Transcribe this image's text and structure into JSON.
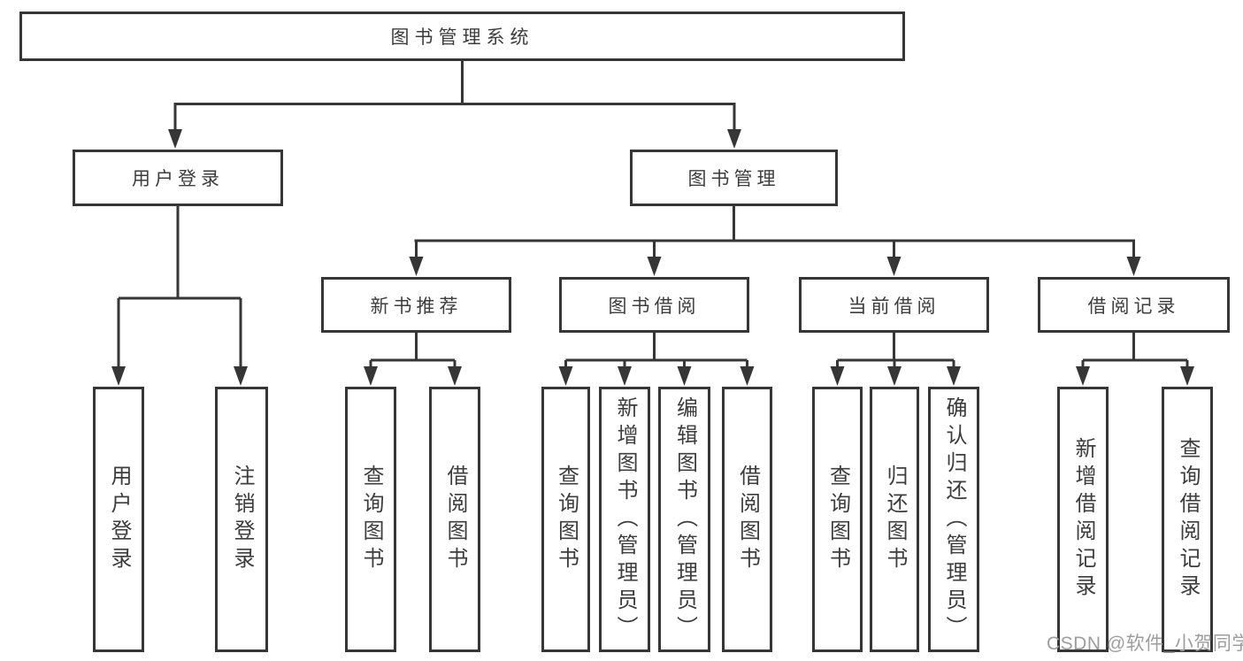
{
  "diagram": {
    "root": {
      "label": "图书管理系统"
    },
    "branches": [
      {
        "label": "用户登录",
        "children": [
          {
            "label": "用户登录"
          },
          {
            "label": "注销登录"
          }
        ]
      },
      {
        "label": "图书管理",
        "groups": [
          {
            "label": "新书推荐",
            "children": [
              {
                "label": "查询图书"
              },
              {
                "label": "借阅图书"
              }
            ]
          },
          {
            "label": "图书借阅",
            "children": [
              {
                "label": "查询图书"
              },
              {
                "label": "新增图书（管理员）"
              },
              {
                "label": "编辑图书（管理员）"
              },
              {
                "label": "借阅图书"
              }
            ]
          },
          {
            "label": "当前借阅",
            "children": [
              {
                "label": "查询图书"
              },
              {
                "label": "归还图书"
              },
              {
                "label": "确认归还（管理员）"
              }
            ]
          },
          {
            "label": "借阅记录",
            "children": [
              {
                "label": "新增借阅记录"
              },
              {
                "label": "查询借阅记录"
              }
            ]
          }
        ]
      }
    ]
  },
  "watermark": {
    "text": "CSDN @软件_小贺同学"
  },
  "colors": {
    "line": "#363636",
    "border": "#363636",
    "text": "#3d3d3d",
    "watermark": "#9d9d9d",
    "background": "#ffffff"
  }
}
